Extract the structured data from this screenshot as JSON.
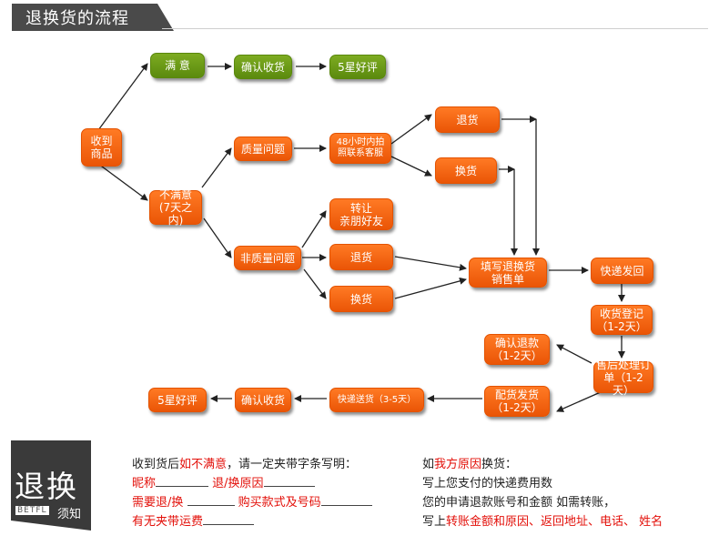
{
  "header": {
    "title": "退换货的流程"
  },
  "nodes": {
    "receive": "收到\n商品",
    "satisfied": "满  意",
    "confirm_receipt_top": "确认收货",
    "five_star_top": "5星好评",
    "unsatisfied": "不满意\n(7天之内)",
    "quality_issue": "质量问题",
    "contact_service": "48小时内拍\n照联系客服",
    "return_top": "退货",
    "exchange_top": "换货",
    "non_quality_issue": "非质量问题",
    "transfer": "转让\n亲朋好友",
    "return_mid": "退货",
    "exchange_mid": "换货",
    "fill_form": "填写退换货\n销售单",
    "express_return": "快递发回",
    "receive_register": "收货登记\n（1-2天）",
    "after_sales": "售后处理订\n单（1-2天）",
    "confirm_refund": "确认退款\n（1-2天）",
    "ship_out": "配货发货\n（1-2天）",
    "express_delivery": "快递送货（3-5天）",
    "confirm_receipt_bottom": "确认收货",
    "five_star_bottom": "5星好评"
  },
  "notice": {
    "badge_big": "退换",
    "badge_brand": "BETFL",
    "badge_sub": "须知",
    "left": {
      "line1_prefix": "收到货后",
      "line1_highlight": "如不满意",
      "line1_suffix": "，请一定夹带字条写明：",
      "nickname_label": "昵称",
      "reason_label": "退/换原因",
      "need_label": "需要退/换",
      "model_label": "购买款式及号码",
      "postage_label": "有无夹带运费"
    },
    "right": {
      "line1_prefix": "如",
      "line1_highlight": "我方原因",
      "line1_suffix": "换货：",
      "line2": "写上您支付的快递费用数",
      "line3": "您的申请退款账号和金额 如需转账，",
      "line4_prefix": "写上",
      "line4_highlight": "转账金额和原因、返回地址、电话、 姓名"
    }
  },
  "colors": {
    "orange": "#f26a10",
    "green": "#6c9a18",
    "badge": "#3a3a3a",
    "highlight": "#e3100a"
  }
}
